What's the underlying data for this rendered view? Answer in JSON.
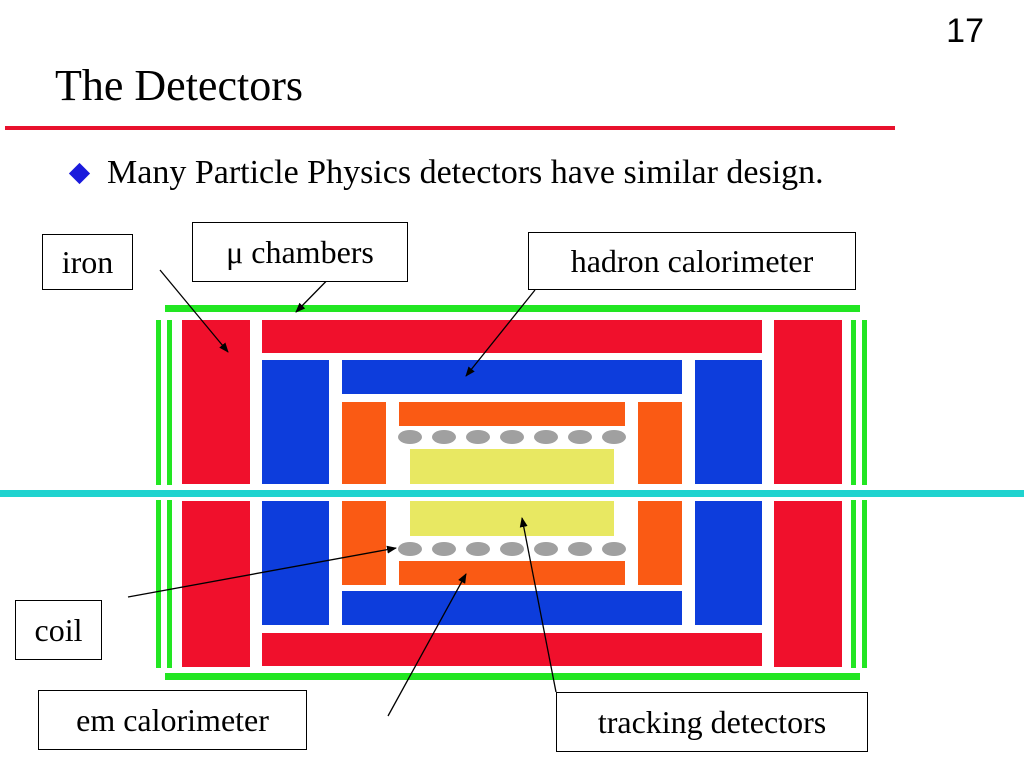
{
  "slide": {
    "number": "17",
    "title": "The Detectors"
  },
  "bullet": {
    "text": "Many Particle Physics detectors have similar design."
  },
  "labels": {
    "iron": "iron",
    "mu_chambers": "μ chambers",
    "hadron_calorimeter": "hadron calorimeter",
    "coil": "coil",
    "em_calorimeter": "em calorimeter",
    "tracking_detectors": "tracking detectors"
  },
  "colors": {
    "muon_chambers": "#22e622",
    "iron": "#f0102c",
    "hadron_calorimeter": "#0d3ddc",
    "em_calorimeter": "#fa5a14",
    "coil": "#a0a0a0",
    "tracking": "#e8e862",
    "beam_line": "#1fd3cf",
    "title_rule": "#e8112d",
    "bullet": "#1a1adc"
  }
}
